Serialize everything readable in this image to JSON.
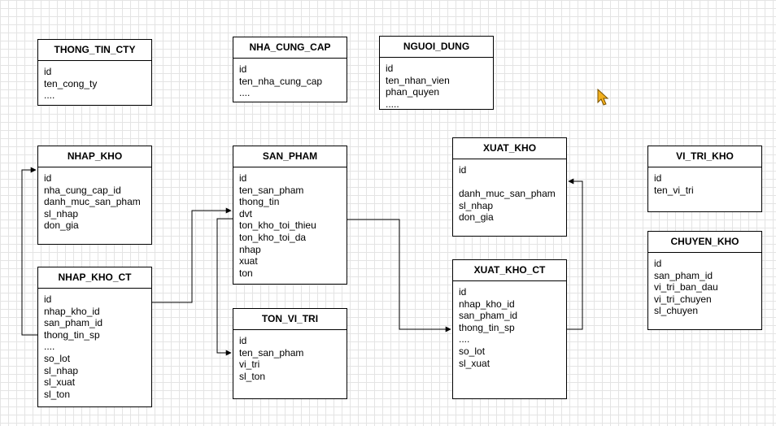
{
  "entities": {
    "thong_tin_cty": {
      "title": "THONG_TIN_CTY",
      "fields": [
        "id",
        "ten_cong_ty",
        "...."
      ]
    },
    "nha_cung_cap": {
      "title": "NHA_CUNG_CAP",
      "fields": [
        "id",
        "ten_nha_cung_cap",
        "...."
      ]
    },
    "nguoi_dung": {
      "title": "NGUOI_DUNG",
      "fields": [
        "id",
        "ten_nhan_vien",
        "phan_quyen",
        "....."
      ]
    },
    "nhap_kho": {
      "title": "NHAP_KHO",
      "fields": [
        "id",
        "nha_cung_cap_id",
        "danh_muc_san_pham",
        "sl_nhap",
        "don_gia"
      ]
    },
    "san_pham": {
      "title": "SAN_PHAM",
      "fields": [
        "id",
        "ten_san_pham",
        "thong_tin",
        "dvt",
        "ton_kho_toi_thieu",
        "ton_kho_toi_da",
        "nhap",
        "xuat",
        "ton"
      ]
    },
    "xuat_kho": {
      "title": "XUAT_KHO",
      "fields": [
        "id",
        "",
        "danh_muc_san_pham",
        "sl_nhap",
        "don_gia"
      ]
    },
    "vi_tri_kho": {
      "title": "VI_TRI_KHO",
      "fields": [
        "id",
        "ten_vi_tri"
      ]
    },
    "chuyen_kho": {
      "title": "CHUYEN_KHO",
      "fields": [
        "id",
        "san_pham_id",
        "vi_tri_ban_dau",
        "vi_tri_chuyen",
        "sl_chuyen"
      ]
    },
    "nhap_kho_ct": {
      "title": "NHAP_KHO_CT",
      "fields": [
        "id",
        "nhap_kho_id",
        "san_pham_id",
        "thong_tin_sp",
        "....",
        "so_lot",
        "sl_nhap",
        "sl_xuat",
        "sl_ton"
      ]
    },
    "ton_vi_tri": {
      "title": "TON_VI_TRI",
      "fields": [
        "id",
        "ten_san_pham",
        "vi_tri",
        "sl_ton"
      ]
    },
    "xuat_kho_ct": {
      "title": "XUAT_KHO_CT",
      "fields": [
        "id",
        "nhap_kho_id",
        "san_pham_id",
        "thong_tin_sp",
        "....",
        "so_lot",
        "sl_xuat"
      ]
    }
  },
  "connectors": [
    {
      "from": "NHAP_KHO_CT",
      "to": "NHAP_KHO"
    },
    {
      "from": "NHAP_KHO_CT",
      "to": "SAN_PHAM"
    },
    {
      "from": "SAN_PHAM",
      "to": "TON_VI_TRI"
    },
    {
      "from": "SAN_PHAM",
      "to": "XUAT_KHO_CT"
    },
    {
      "from": "XUAT_KHO_CT",
      "to": "XUAT_KHO"
    }
  ],
  "colors": {
    "line": "#000000",
    "grid": "#e4e4e4",
    "cursor": "#f2b01e"
  }
}
